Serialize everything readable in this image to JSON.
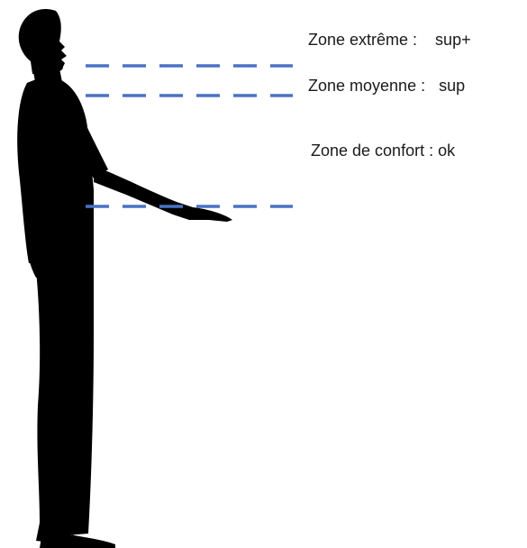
{
  "figure": {
    "silhouette_icon": "standing-person-side-view-icon",
    "line_color": "#4a72c4",
    "silhouette_color": "#000000"
  },
  "zones": [
    {
      "label": "Zone extrême :    sup+"
    },
    {
      "label": "Zone moyenne :   sup"
    },
    {
      "label": "Zone de confort : ok"
    }
  ]
}
